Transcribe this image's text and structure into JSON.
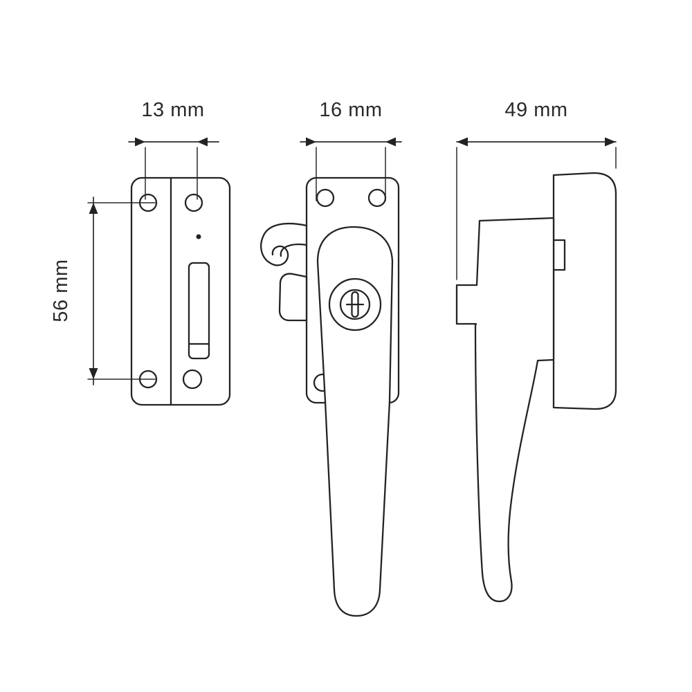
{
  "canvas": {
    "background_color": "#ffffff",
    "line_color": "#232323",
    "text_color": "#2a2a2a"
  },
  "dimensions": {
    "keep_plate_width": "13 mm",
    "handle_plate_width": "16 mm",
    "handle_depth": "49 mm",
    "mounting_hole_spacing": "56 mm"
  }
}
